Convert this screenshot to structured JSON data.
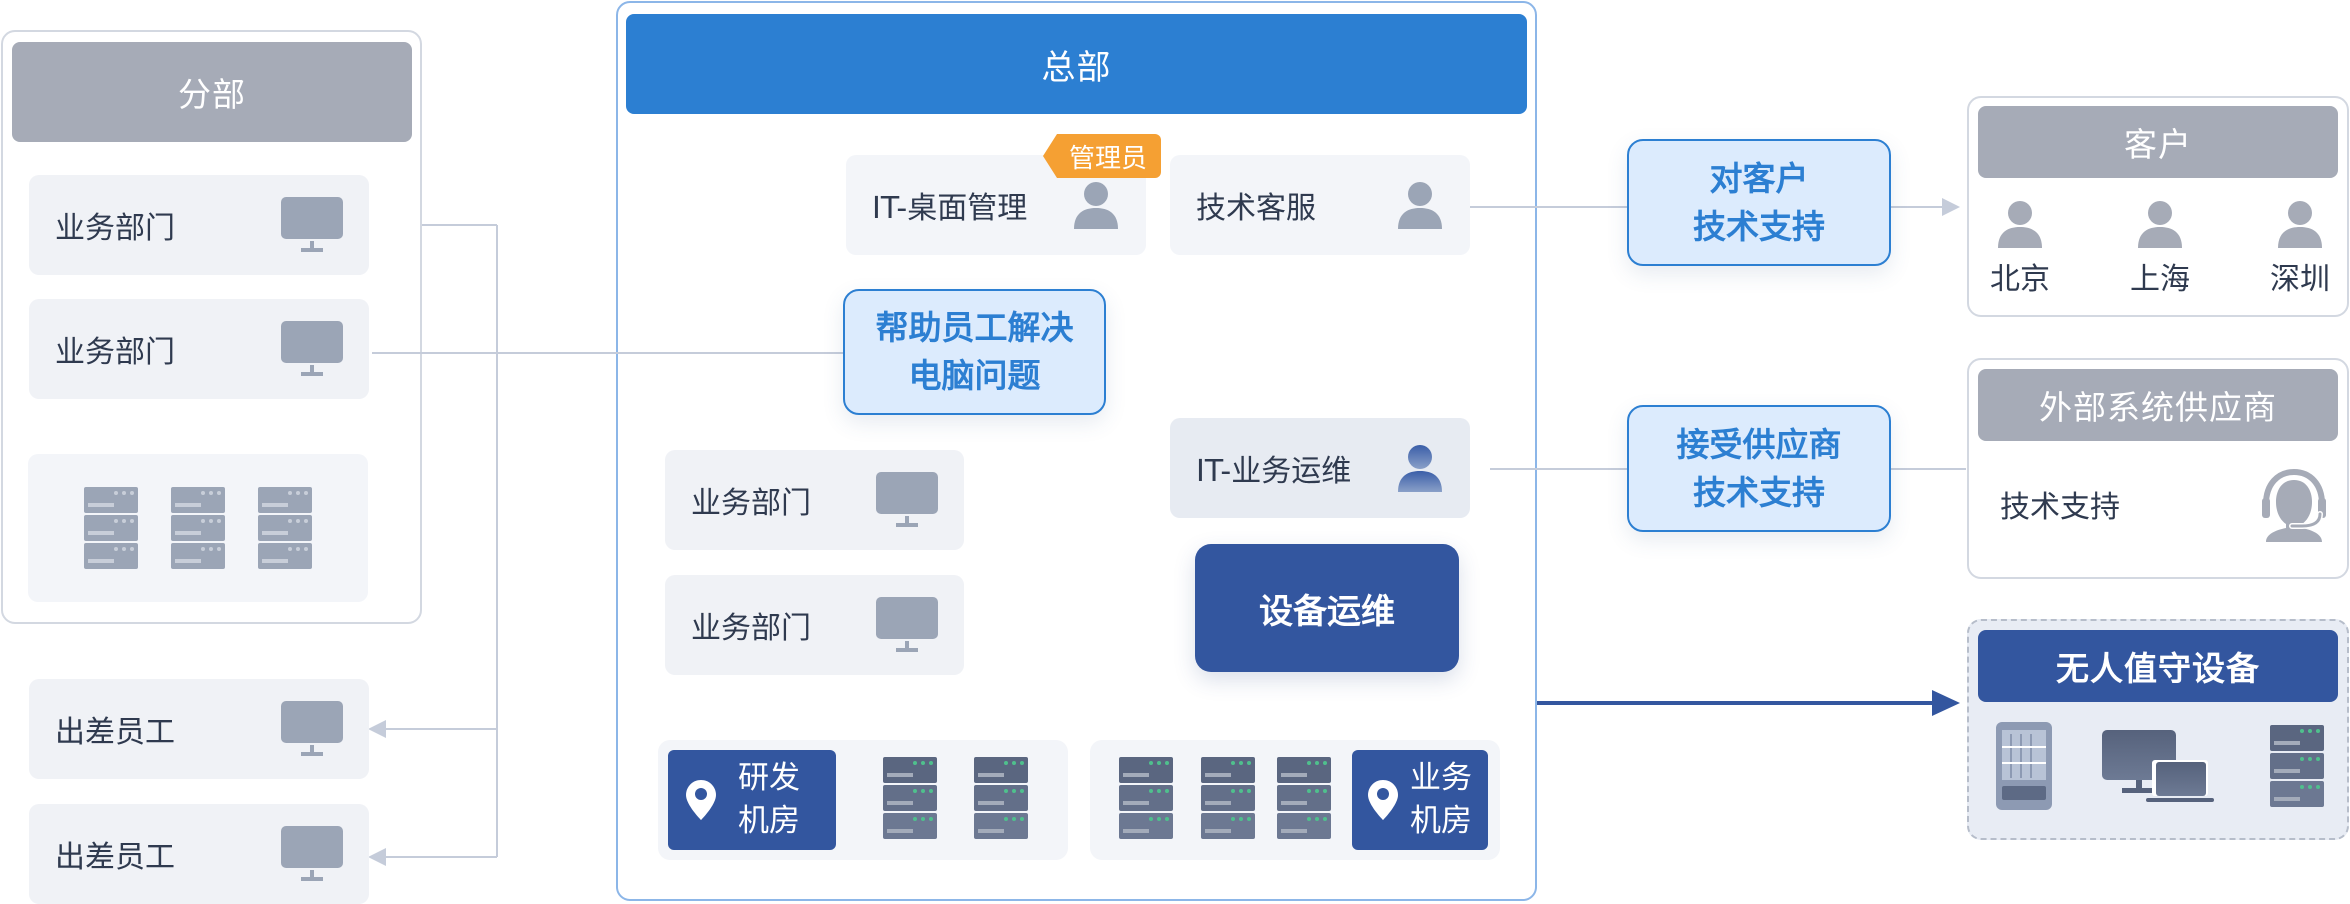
{
  "branch": {
    "title": "分部",
    "departments": [
      {
        "label": "业务部门",
        "icon": "monitor-icon"
      },
      {
        "label": "业务部门",
        "icon": "monitor-icon"
      }
    ],
    "servers_icon": "server-rack-icon",
    "servers_count": 3
  },
  "travel_staff": [
    {
      "label": "出差员工",
      "icon": "monitor-icon"
    },
    {
      "label": "出差员工",
      "icon": "monitor-icon"
    }
  ],
  "hq": {
    "title": "总部",
    "desktop_admin": {
      "label": "IT-桌面管理",
      "badge": "管理员",
      "icon": "user-icon"
    },
    "tech_service": {
      "label": "技术客服",
      "icon": "user-icon"
    },
    "help_callout": {
      "line1": "帮助员工解决",
      "line2": "电脑问题"
    },
    "departments": [
      {
        "label": "业务部门",
        "icon": "monitor-icon"
      },
      {
        "label": "业务部门",
        "icon": "monitor-icon"
      }
    ],
    "business_ops": {
      "label": "IT-业务运维",
      "icon": "user-icon"
    },
    "device_ops": "设备运维",
    "rd_room": {
      "line1": "研发",
      "line2": "机房",
      "icon": "location-pin-icon",
      "servers_count": 2
    },
    "biz_room": {
      "line1": "业务",
      "line2": "机房",
      "icon": "location-pin-icon",
      "servers_count": 3
    }
  },
  "customer_support": {
    "line1": "对客户",
    "line2": "技术支持"
  },
  "vendor_support": {
    "line1": "接受供应商",
    "line2": "技术支持"
  },
  "customers": {
    "title": "客户",
    "cities": [
      "北京",
      "上海",
      "深圳"
    ]
  },
  "vendor": {
    "title": "外部系统供应商",
    "label": "技术支持",
    "icon": "headset-icon"
  },
  "unattended": {
    "title": "无人值守设备",
    "devices": [
      "vending-machine-icon",
      "desktop-laptop-icon",
      "server-rack-icon"
    ]
  },
  "colors": {
    "primary_blue": "#2c7fd2",
    "dark_blue": "#33569f",
    "gray_header": "#a6abb7",
    "badge_orange": "#f5a033",
    "card_bg": "#f0f2f6",
    "connector_gray": "#c5ccda"
  }
}
